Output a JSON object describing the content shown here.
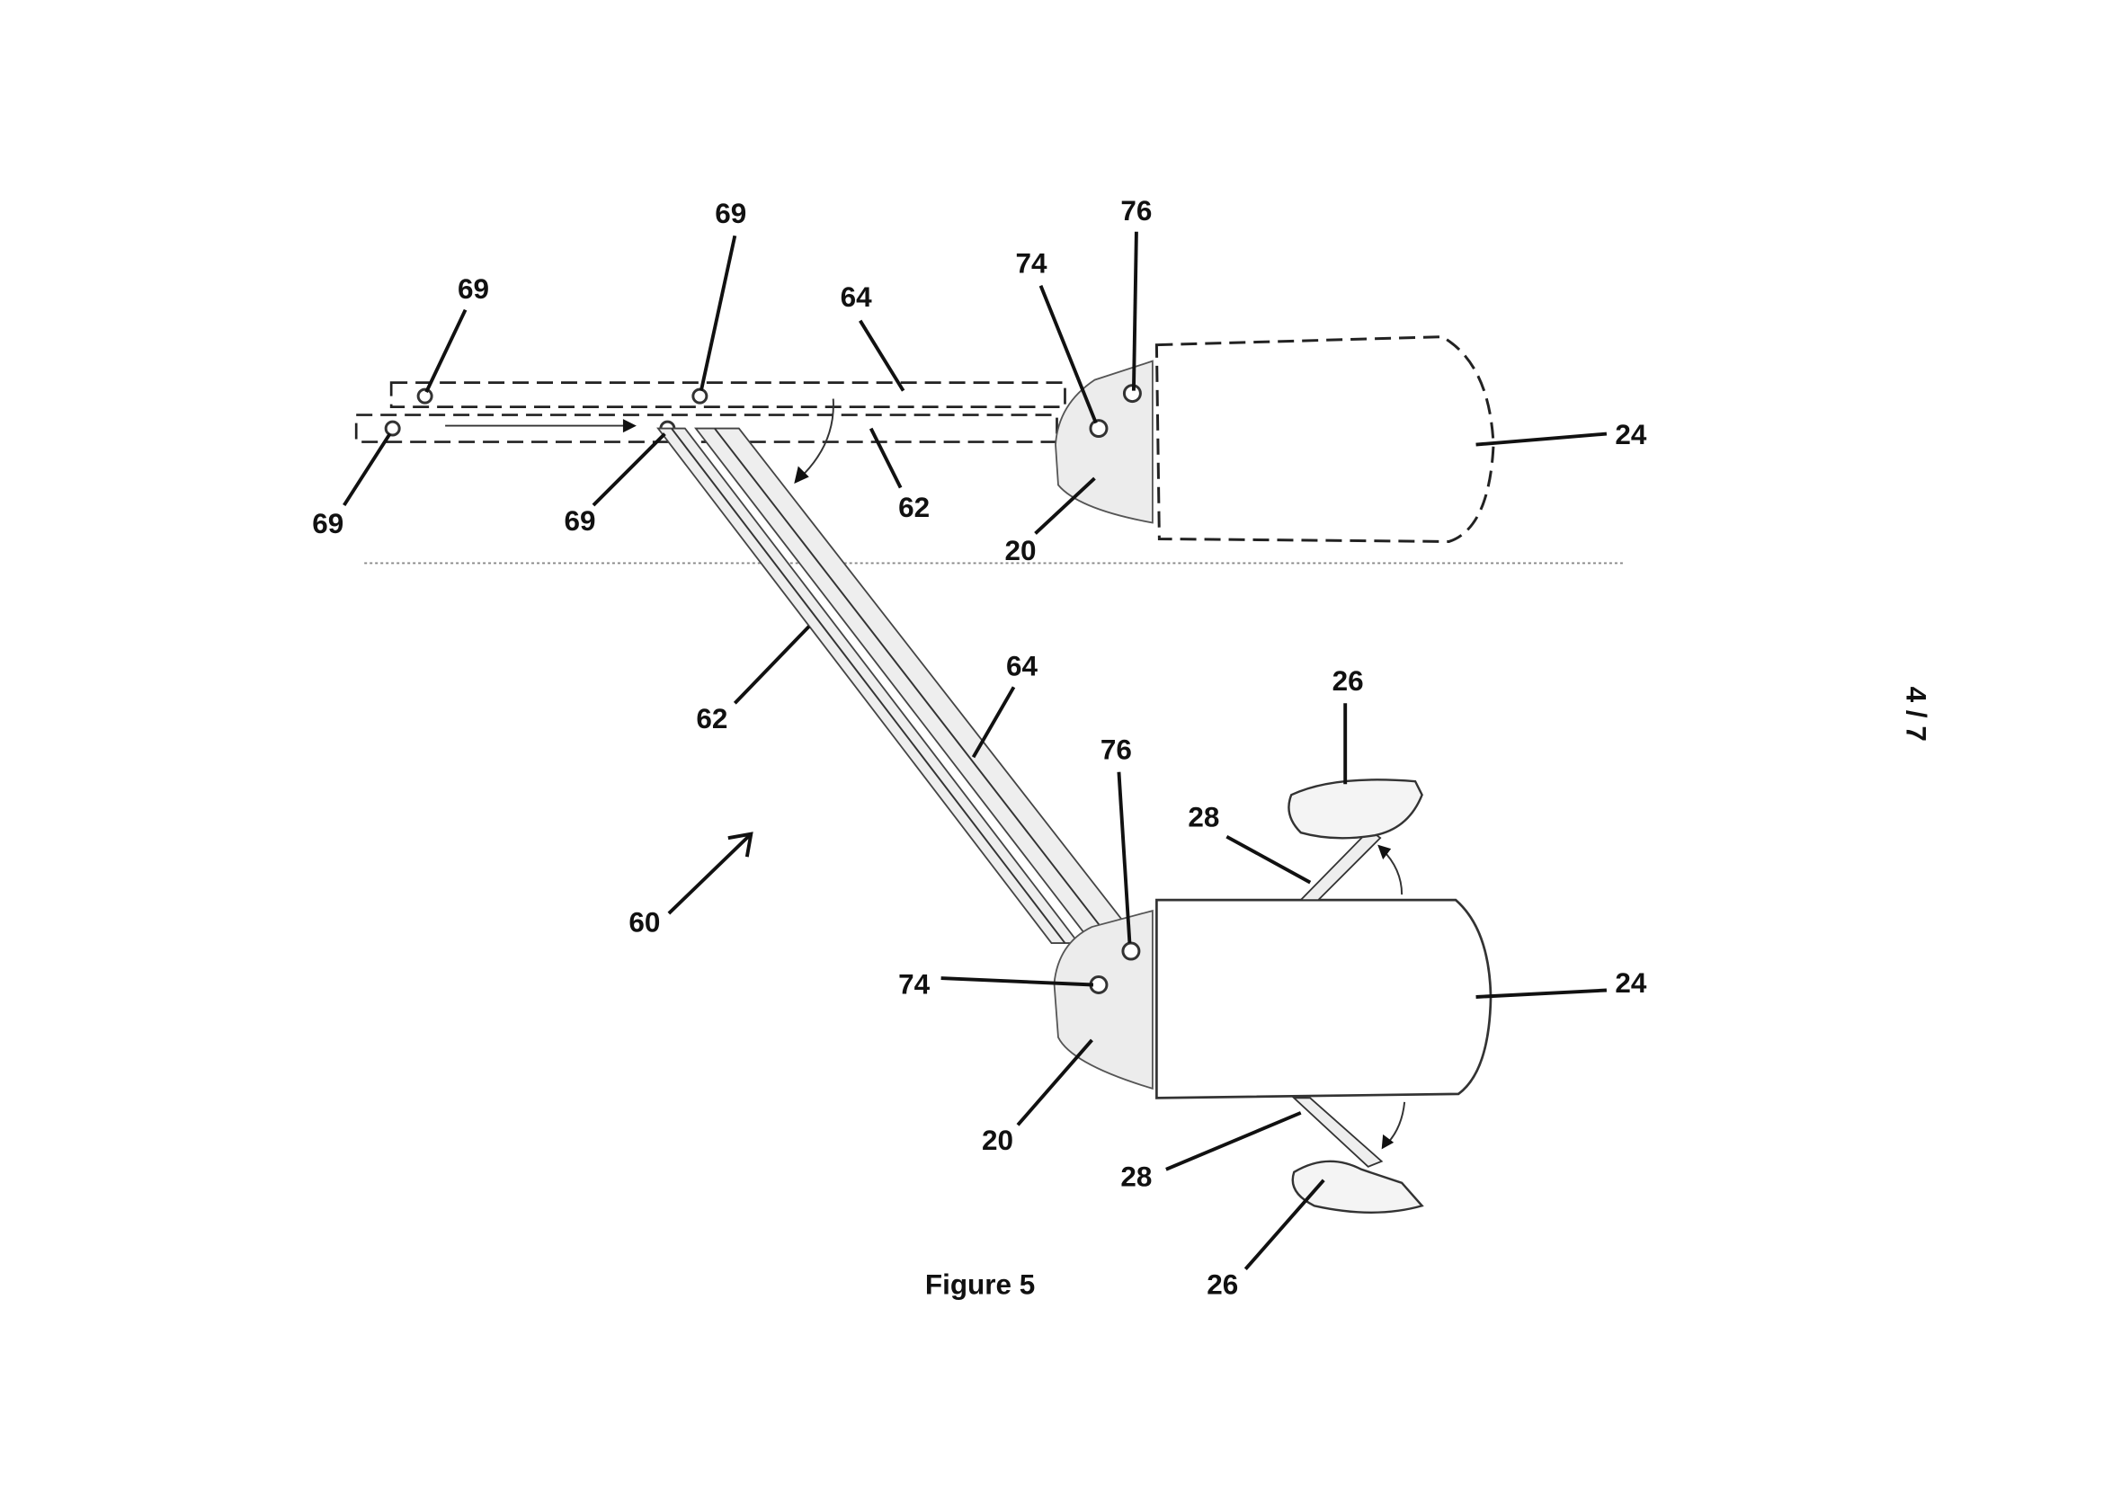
{
  "figure": {
    "caption": "Figure 5",
    "page_number": "4 / 7"
  },
  "labels": {
    "l69a": "69",
    "l69b": "69",
    "l69c": "69",
    "l69d": "69",
    "l64top": "64",
    "l62top": "62",
    "l74top": "74",
    "l76top": "76",
    "l24top": "24",
    "l20top": "20",
    "l62bot": "62",
    "l64bot": "64",
    "l76bot": "76",
    "l74bot": "74",
    "l24bot": "24",
    "l20bot": "20",
    "l60": "60",
    "l28top": "28",
    "l28bot": "28",
    "l26top": "26",
    "l26bot": "26"
  }
}
